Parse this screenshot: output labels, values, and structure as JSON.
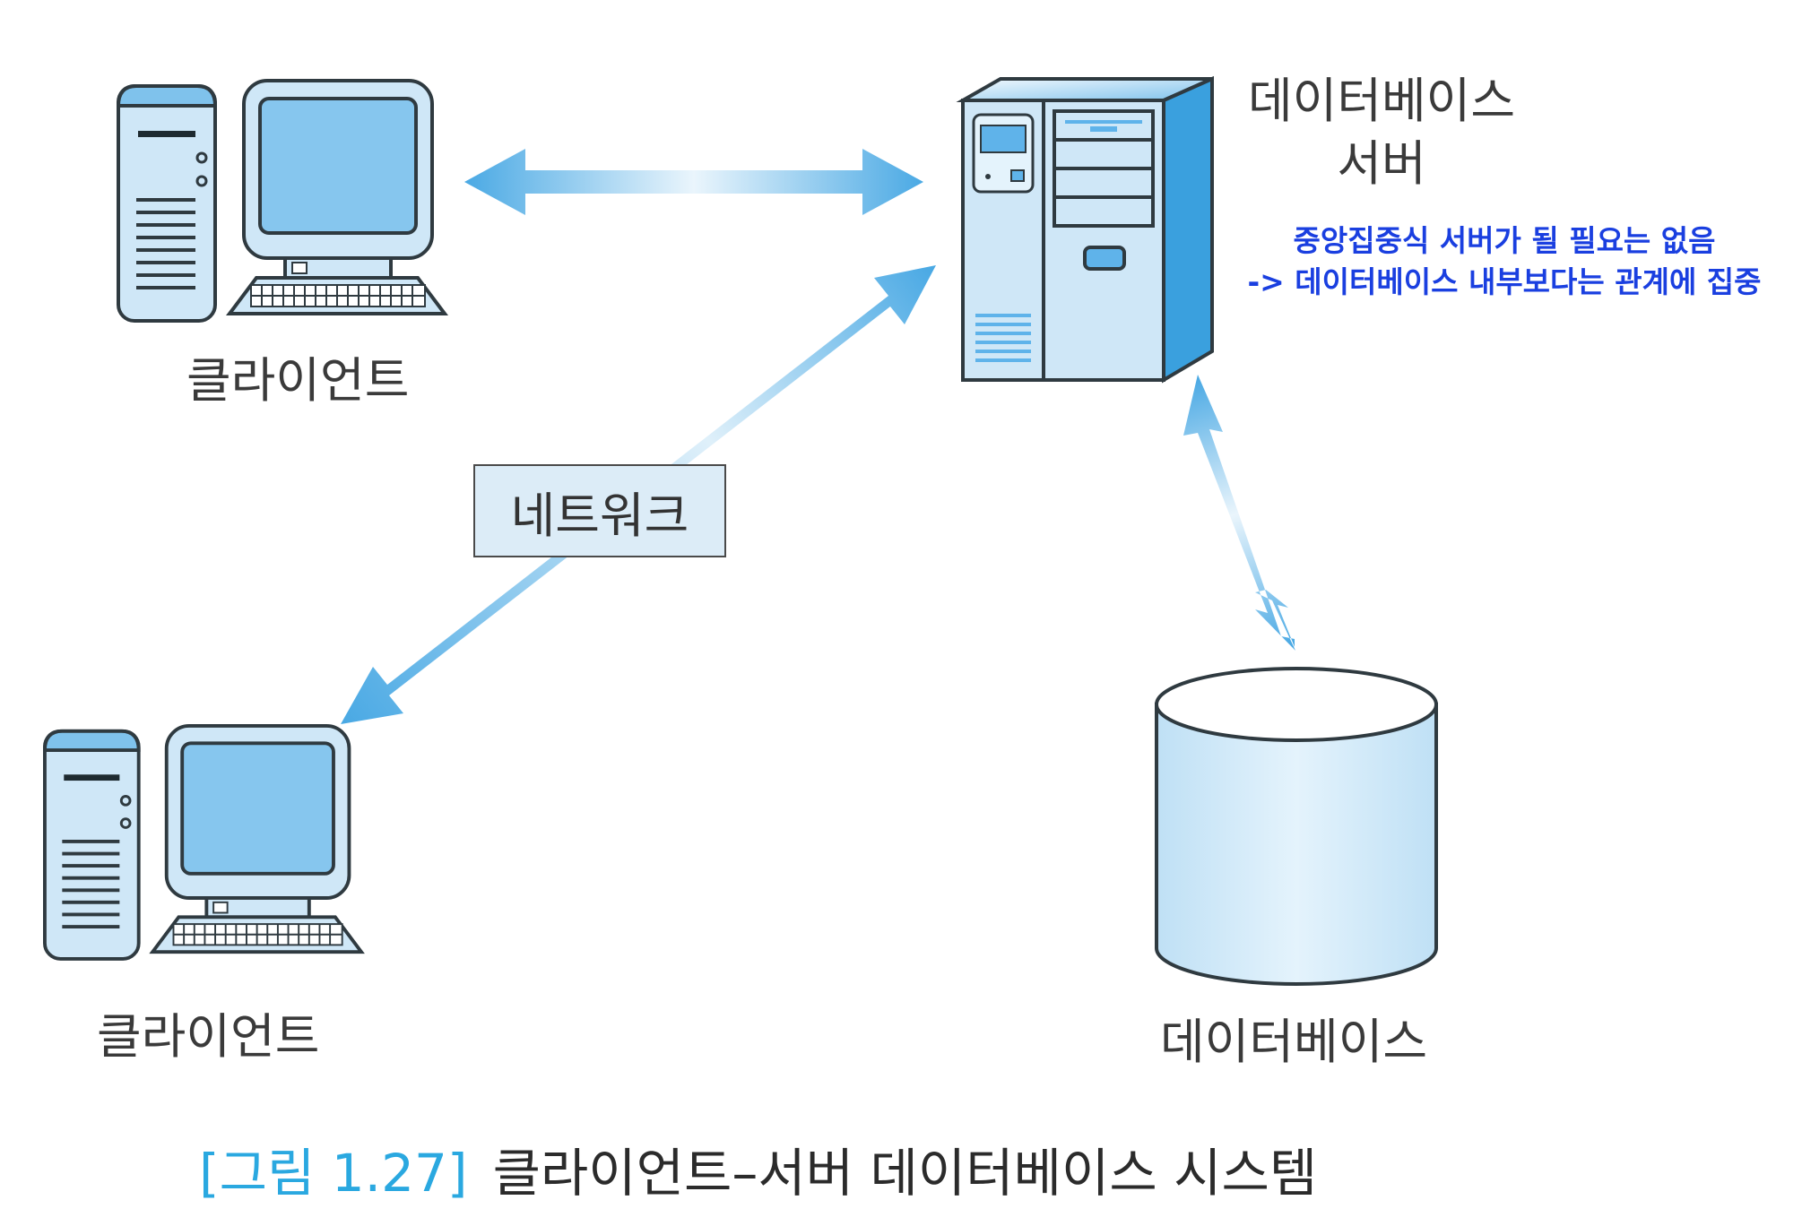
{
  "labels": {
    "client_top": "클라이언트",
    "client_bottom": "클라이언트",
    "server_line1": "데이터베이스",
    "server_line2": "서버",
    "network": "네트워크",
    "database": "데이터베이스"
  },
  "annotation": {
    "line1": "중앙집중식 서버가 될 필요는 없음",
    "line2": "-> 데이터베이스 내부보다는 관계에 집중"
  },
  "caption": {
    "figure_number": "[그림 1.27]",
    "title": "클라이언트–서버 데이터베이스 시스템"
  },
  "colors": {
    "arrow": "#4aa9e4",
    "arrow_light": "#e8f4fb",
    "device_fill": "#cfe7f7",
    "screen_fill": "#86c6ee",
    "outline": "#2f3a40",
    "annotation_text": "#1a3fe0",
    "caption_figure": "#2aa8e0"
  },
  "icons": [
    "client-computer-icon",
    "server-tower-icon",
    "database-cylinder-icon"
  ]
}
